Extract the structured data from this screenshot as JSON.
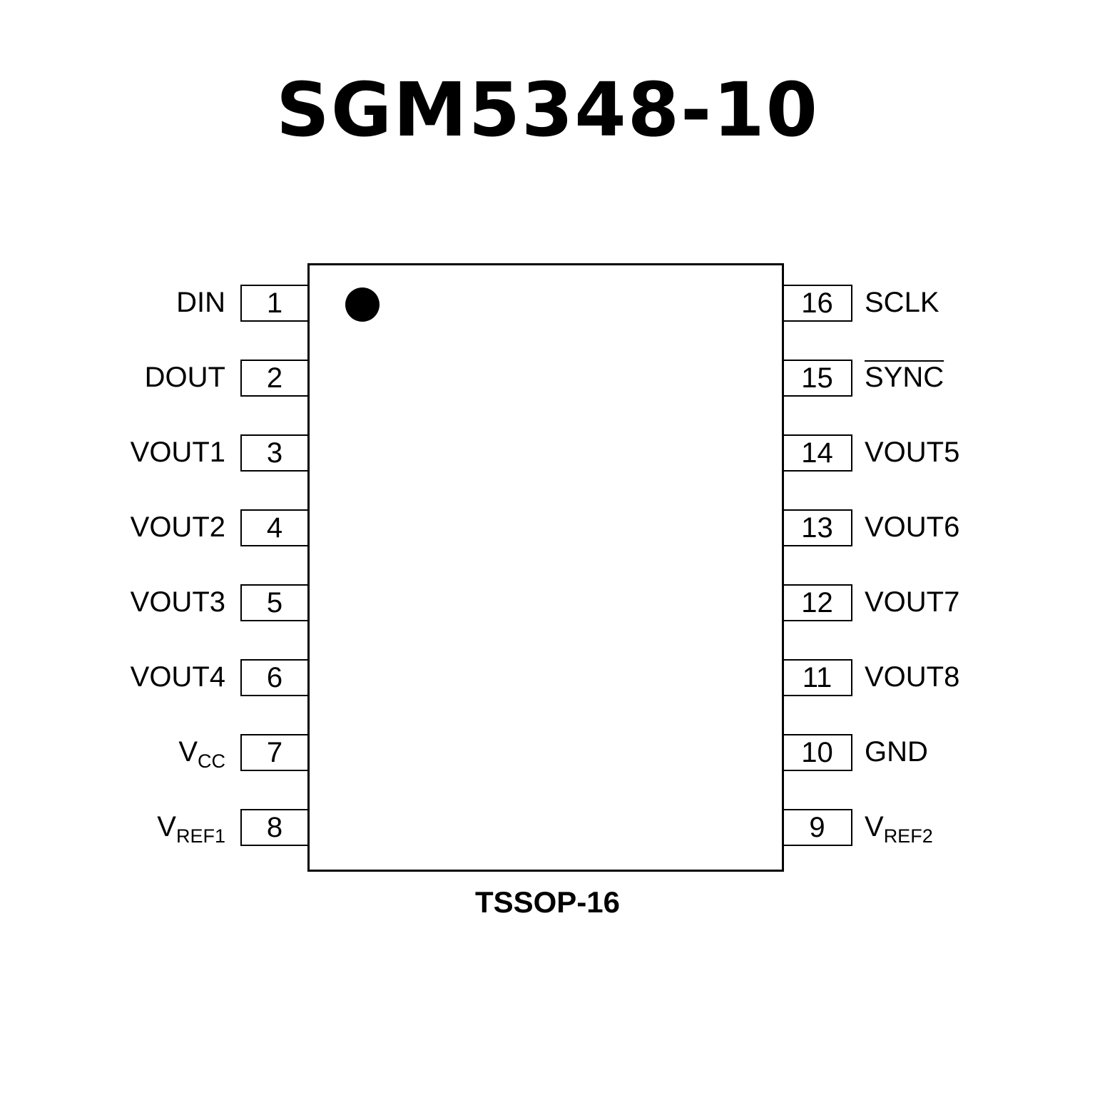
{
  "title": "SGM5348-10",
  "package": "TSSOP-16",
  "left_pins": [
    {
      "number": "1",
      "name": "DIN",
      "sub": ""
    },
    {
      "number": "2",
      "name": "DOUT",
      "sub": ""
    },
    {
      "number": "3",
      "name": "VOUT1",
      "sub": ""
    },
    {
      "number": "4",
      "name": "VOUT2",
      "sub": ""
    },
    {
      "number": "5",
      "name": "VOUT3",
      "sub": ""
    },
    {
      "number": "6",
      "name": "VOUT4",
      "sub": ""
    },
    {
      "number": "7",
      "name": "V",
      "sub": "CC"
    },
    {
      "number": "8",
      "name": "V",
      "sub": "REF1"
    }
  ],
  "right_pins": [
    {
      "number": "16",
      "name": "SCLK",
      "sub": ""
    },
    {
      "number": "15",
      "name": "SYNC",
      "sub": "",
      "overline": true
    },
    {
      "number": "14",
      "name": "VOUT5",
      "sub": ""
    },
    {
      "number": "13",
      "name": "VOUT6",
      "sub": ""
    },
    {
      "number": "12",
      "name": "VOUT7",
      "sub": ""
    },
    {
      "number": "11",
      "name": "VOUT8",
      "sub": ""
    },
    {
      "number": "10",
      "name": "GND",
      "sub": ""
    },
    {
      "number": "9",
      "name": "V",
      "sub": "REF2"
    }
  ]
}
